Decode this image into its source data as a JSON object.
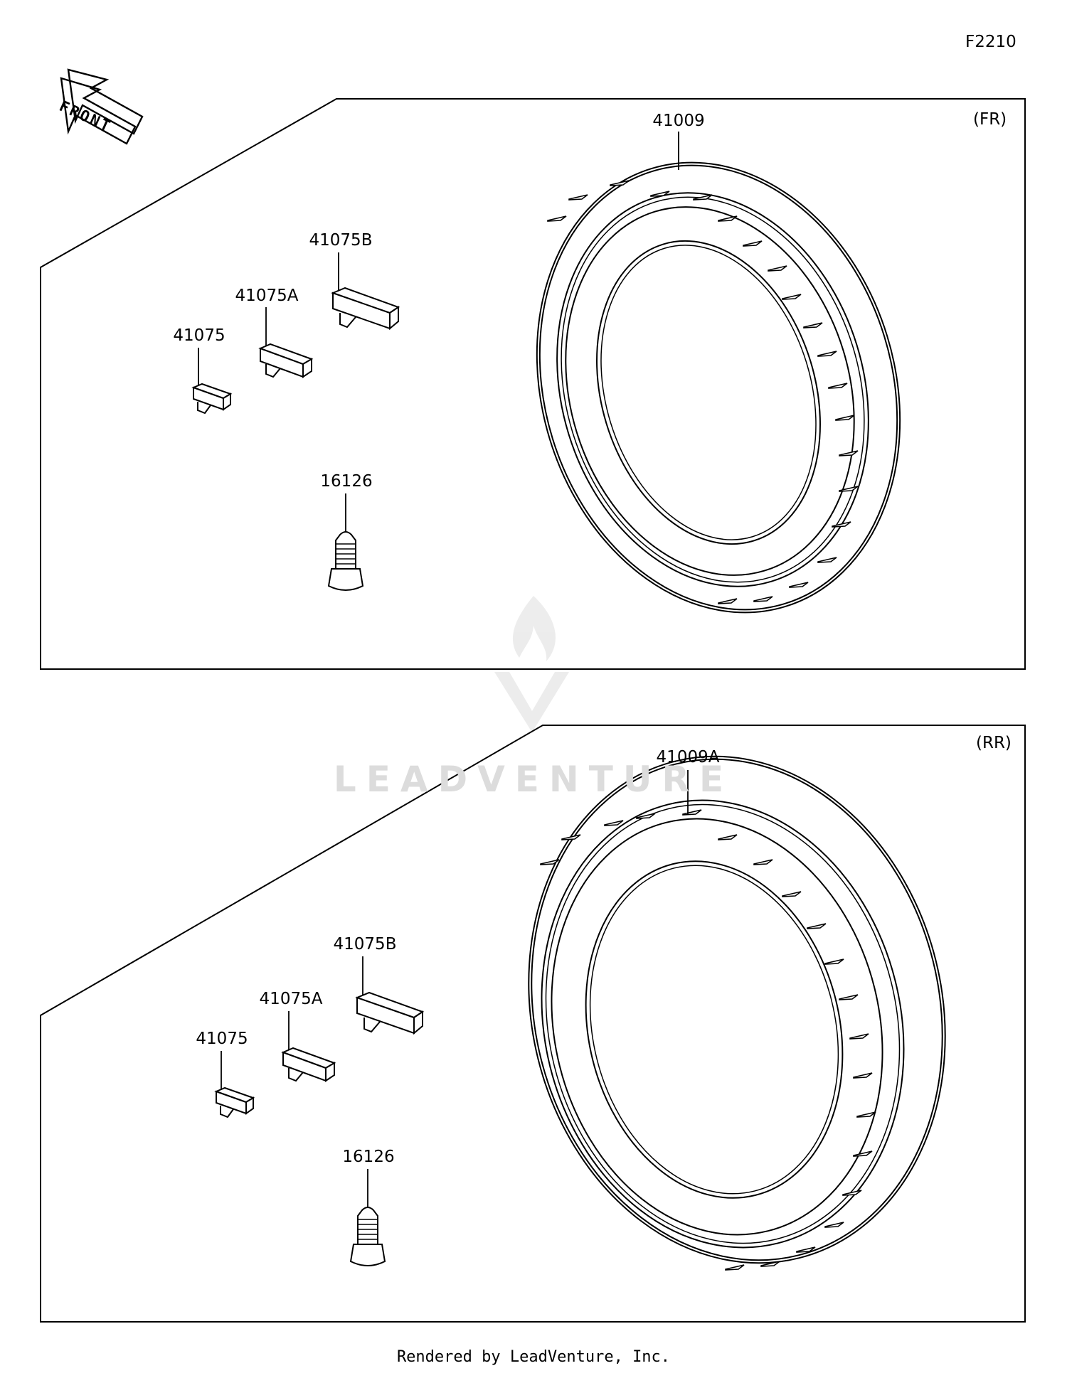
{
  "figure_code": "F2210",
  "front_marker": "FRONT",
  "panels": [
    {
      "id": "front",
      "tag": "(FR)",
      "tire_label": "41009",
      "weights": [
        "41075B",
        "41075A",
        "41075"
      ],
      "valve_label": "16126"
    },
    {
      "id": "rear",
      "tag": "(RR)",
      "tire_label": "41009A",
      "weights": [
        "41075B",
        "41075A",
        "41075"
      ],
      "valve_label": "16126"
    }
  ],
  "watermark": "LEADVENTURE",
  "footer": "Rendered by LeadVenture, Inc."
}
